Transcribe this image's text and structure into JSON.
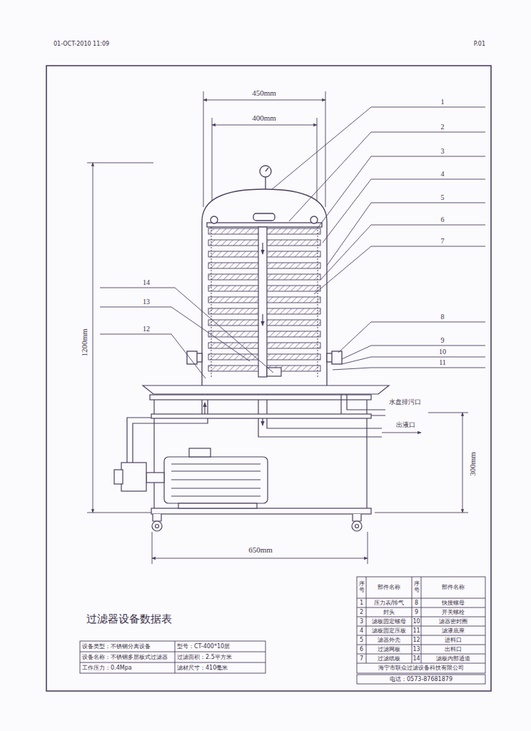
{
  "diagram": {
    "title": "过滤器设备数据表",
    "labels": [
      "01-OCT-2010 11:09",
      "P.01",
      "450mm",
      "400mm",
      "1200mm",
      "300mm",
      "650mm",
      "1",
      "2",
      "3",
      "4",
      "5",
      "6",
      "7",
      "8",
      "9",
      "10",
      "11",
      "12",
      "13",
      "14",
      "水盘排污口",
      "出液口",
      "序号",
      "部件名称",
      "序号",
      "部件名称",
      "1",
      "压力表/排气",
      "8",
      "快接螺母",
      "2",
      "封头",
      "9",
      "开关螺栓",
      "3",
      "滤板固定螺母",
      "10",
      "滤器密封圈",
      "4",
      "滤板固定压板",
      "11",
      "滤液底座",
      "5",
      "滤器外壳",
      "12",
      "进料口",
      "6",
      "过滤网板",
      "13",
      "出料口",
      "7",
      "过滤纸板",
      "14",
      "滤板内部通道",
      "海宁市联众过滤设备科技有限公司",
      "电话：0573-87681879",
      "设备类型：不锈钢分离设备",
      "型号：CT-400*10层",
      "设备名称：不锈钢多层板式过滤器",
      "过滤面积：2.5平方米",
      "工作压力：0.4Mpa",
      "滤材尺寸：410毫米"
    ]
  }
}
